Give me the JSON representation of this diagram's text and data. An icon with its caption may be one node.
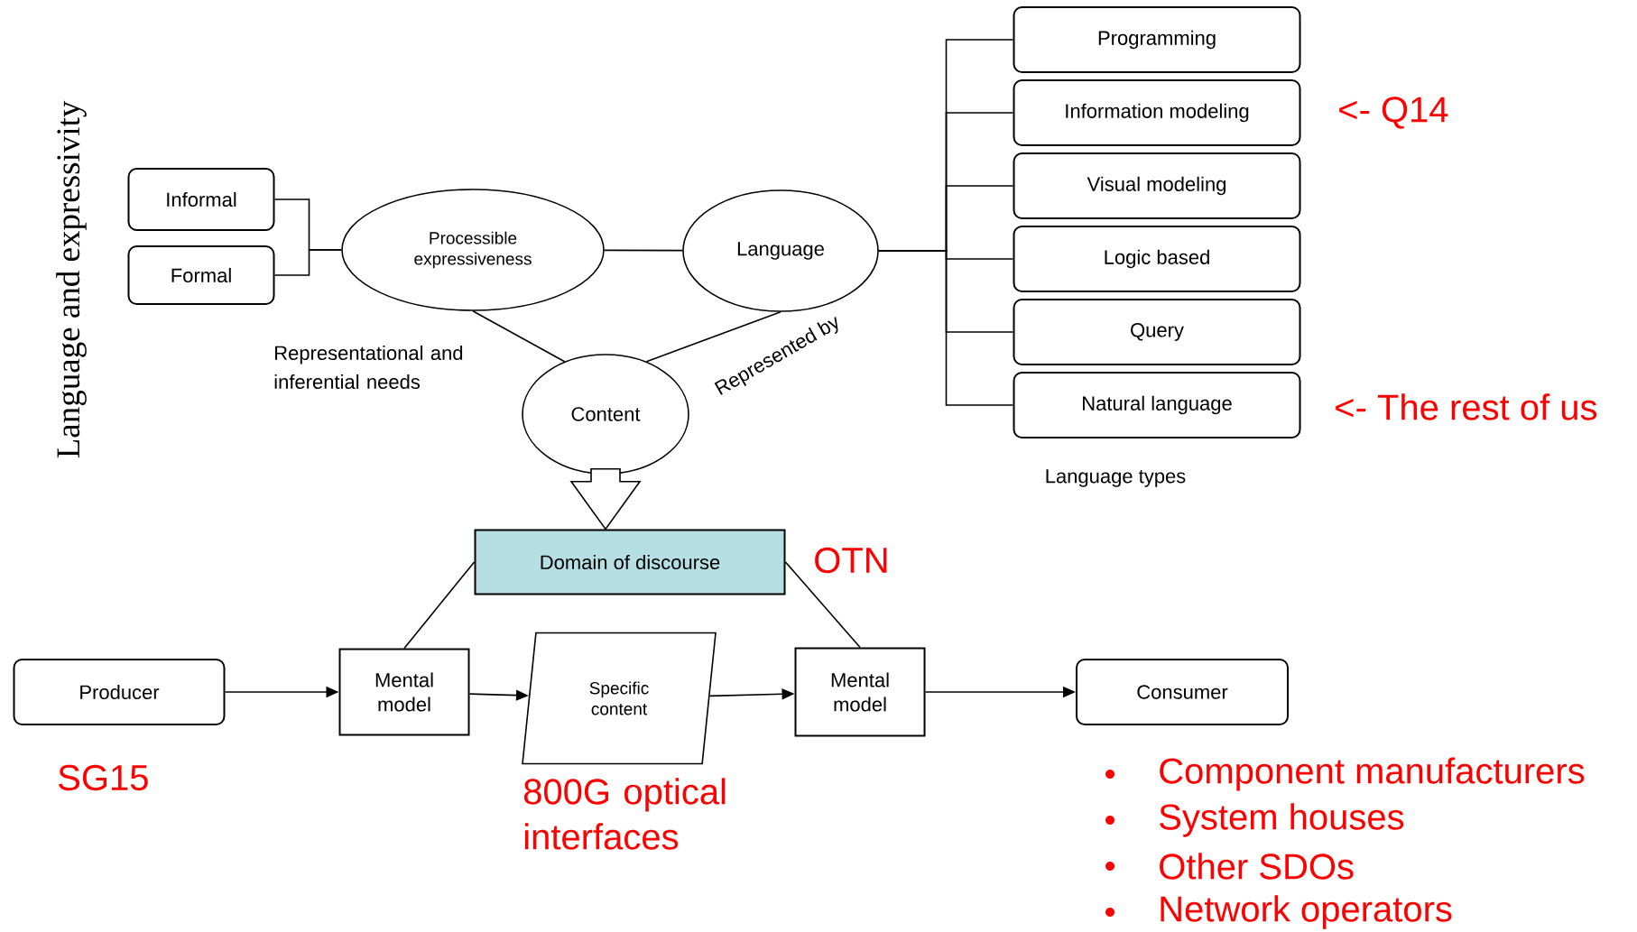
{
  "diagram": {
    "nodes": [
      {
        "text": [
          "Informal"
        ]
      },
      {
        "text": [
          "Formal"
        ]
      },
      {
        "text": [
          "Processible expressiveness"
        ]
      },
      {
        "text": [
          "Language"
        ]
      },
      {
        "text": [
          "Content"
        ]
      },
      {
        "text": [
          "Domain of discourse"
        ],
        "beside": [
          "OTN"
        ]
      },
      {
        "text": [
          "Producer"
        ],
        "beside": [
          "SG15"
        ]
      },
      {
        "text": [
          "Mental model"
        ]
      },
      {
        "text": [
          "Specific content"
        ],
        "beside": [
          "800G optical interfaces"
        ]
      },
      {
        "text": [
          "Mental model"
        ]
      },
      {
        "text": [
          "Consumer"
        ],
        "beside": [
          "Component manufacturers",
          "System houses",
          "Other SDOs",
          "Network operators"
        ]
      },
      {
        "text": [
          "Programming"
        ]
      },
      {
        "text": [
          "Information modeling"
        ],
        "beside": [
          "<- Q14"
        ]
      },
      {
        "text": [
          "Visual modeling"
        ]
      },
      {
        "text": [
          "Logic based"
        ]
      },
      {
        "text": [
          "Query"
        ]
      },
      {
        "text": [
          "Natural language"
        ],
        "beside": [
          "<- The rest of us"
        ]
      }
    ],
    "edges": [
      {
        "from": 0,
        "to": 2,
        "arrow": "none"
      },
      {
        "from": 1,
        "to": 2,
        "arrow": "none"
      },
      {
        "from": 2,
        "to": 3,
        "arrow": "none"
      },
      {
        "from": 2,
        "to": 4,
        "arrow": "none",
        "label": "Representational and inferential needs"
      },
      {
        "from": 3,
        "to": 4,
        "arrow": "none",
        "label": "Represented by"
      },
      {
        "from": 3,
        "to": 11,
        "arrow": "none"
      },
      {
        "from": 3,
        "to": 12,
        "arrow": "none"
      },
      {
        "from": 3,
        "to": 13,
        "arrow": "none"
      },
      {
        "from": 3,
        "to": 14,
        "arrow": "none"
      },
      {
        "from": 3,
        "to": 15,
        "arrow": "none"
      },
      {
        "from": 3,
        "to": 16,
        "arrow": "none"
      },
      {
        "from": 4,
        "to": 5,
        "arrow": "to",
        "style": "thick"
      },
      {
        "from": 5,
        "to": 7,
        "arrow": "none"
      },
      {
        "from": 5,
        "to": 9,
        "arrow": "none"
      },
      {
        "from": 6,
        "to": 7,
        "arrow": "to"
      },
      {
        "from": 7,
        "to": 8,
        "arrow": "to"
      },
      {
        "from": 8,
        "to": 9,
        "arrow": "to"
      },
      {
        "from": 9,
        "to": 10,
        "arrow": "to"
      }
    ],
    "labels": [
      "Language and expressivity",
      "Language types"
    ]
  }
}
